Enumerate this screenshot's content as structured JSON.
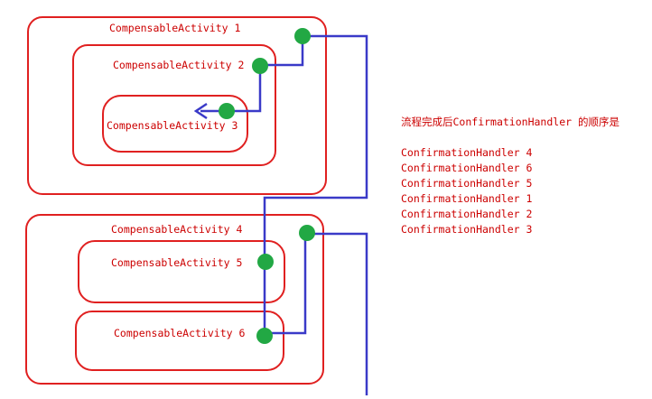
{
  "activities": {
    "a1": "CompensableActivity 1",
    "a2": "CompensableActivity 2",
    "a3": "CompensableActivity 3",
    "a4": "CompensableActivity 4",
    "a5": "CompensableActivity 5",
    "a6": "CompensableActivity 6"
  },
  "note": {
    "title": "流程完成后ConfirmationHandler 的顺序是",
    "order": [
      "ConfirmationHandler 4",
      "ConfirmationHandler 6",
      "ConfirmationHandler 5",
      "ConfirmationHandler 1",
      "ConfirmationHandler 2",
      "ConfirmationHandler 3"
    ]
  },
  "colors": {
    "box": "#e02020",
    "path": "#3a3ac8",
    "dot": "#22a844",
    "text": "#cc0000"
  }
}
